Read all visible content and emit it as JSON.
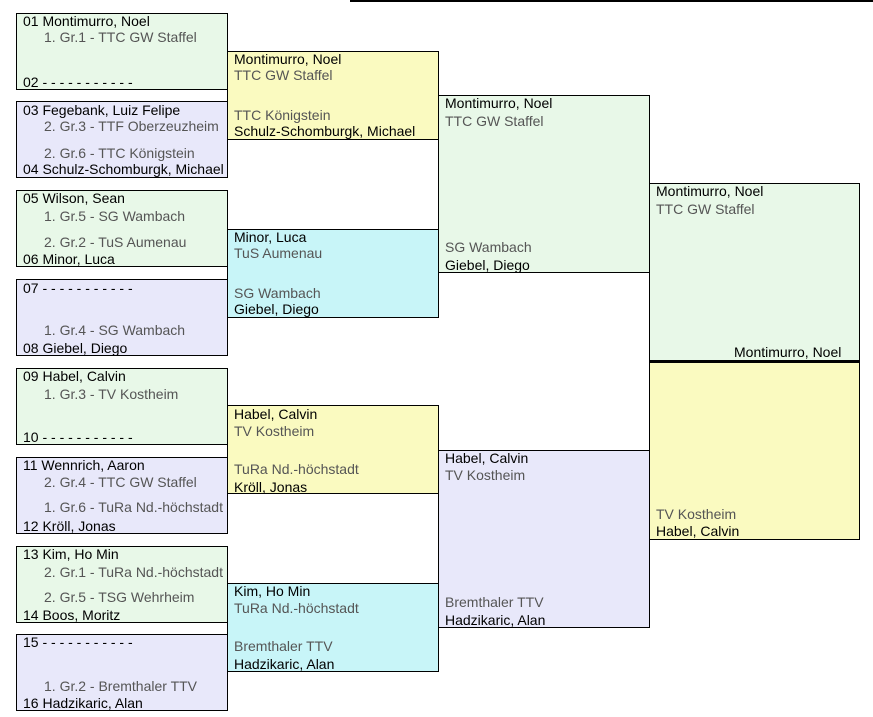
{
  "round1": {
    "m1": {
      "a": "01 Montimurro, Noel",
      "a_sub": "1. Gr.1 - TTC GW Staffel",
      "b": "02 - - - - - - - - - - -"
    },
    "m2": {
      "a": "03 Fegebank, Luiz Felipe",
      "a_sub": "2. Gr.3 - TTF Oberzeuzheim",
      "b_sub": "2. Gr.6 - TTC Königstein",
      "b": "04 Schulz-Schomburgk, Michael"
    },
    "m3": {
      "a": "05 Wilson, Sean",
      "a_sub": "1. Gr.5 - SG Wambach",
      "b_sub": "2. Gr.2 - TuS Aumenau",
      "b": "06 Minor, Luca"
    },
    "m4": {
      "a": "07 - - - - - - - - - - -",
      "b_sub": "1. Gr.4 - SG Wambach",
      "b": "08 Giebel, Diego"
    },
    "m5": {
      "a": "09 Habel, Calvin",
      "a_sub": "1. Gr.3 - TV Kostheim",
      "b": "10 - - - - - - - - - - -"
    },
    "m6": {
      "a": "11 Wennrich, Aaron",
      "a_sub": "2. Gr.4 - TTC GW Staffel",
      "b_sub": "1. Gr.6 - TuRa Nd.-höchstadt",
      "b": "12 Kröll, Jonas"
    },
    "m7": {
      "a": "13 Kim, Ho Min",
      "a_sub": "2. Gr.1 - TuRa Nd.-höchstadt",
      "b_sub": "2. Gr.5 - TSG Wehrheim",
      "b": "14 Boos, Moritz"
    },
    "m8": {
      "a": "15 - - - - - - - - - - -",
      "b_sub": "1. Gr.2 - Bremthaler TTV",
      "b": "16 Hadzikaric, Alan"
    }
  },
  "round2": {
    "m1": {
      "a": "Montimurro, Noel",
      "a_club": "TTC GW Staffel",
      "b_club": "TTC Königstein",
      "b": "Schulz-Schomburgk, Michael"
    },
    "m2": {
      "a": "Minor, Luca",
      "a_club": "TuS Aumenau",
      "b_club": "SG Wambach",
      "b": "Giebel, Diego"
    },
    "m3": {
      "a": "Habel, Calvin",
      "a_club": "TV Kostheim",
      "b_club": "TuRa Nd.-höchstadt",
      "b": "Kröll, Jonas"
    },
    "m4": {
      "a": "Kim, Ho Min",
      "a_club": "TuRa Nd.-höchstadt",
      "b_club": "Bremthaler TTV",
      "b": "Hadzikaric, Alan"
    }
  },
  "round3": {
    "m1": {
      "a": "Montimurro, Noel",
      "a_club": "TTC GW Staffel",
      "b_club": "SG Wambach",
      "b": "Giebel, Diego"
    },
    "m2": {
      "a": "Habel, Calvin",
      "a_club": "TV Kostheim",
      "b_club": "Bremthaler TTV",
      "b": "Hadzikaric, Alan"
    }
  },
  "final": {
    "a": "Montimurro, Noel",
    "a_club": "TTC GW Staffel",
    "b_club": "TV Kostheim",
    "b": "Habel, Calvin",
    "winner": "Montimurro, Noel"
  },
  "colors": {
    "green": "#e8f8e8",
    "lavender": "#e8e8fa",
    "yellow": "#fafac0",
    "cyan": "#c8f5f8"
  }
}
